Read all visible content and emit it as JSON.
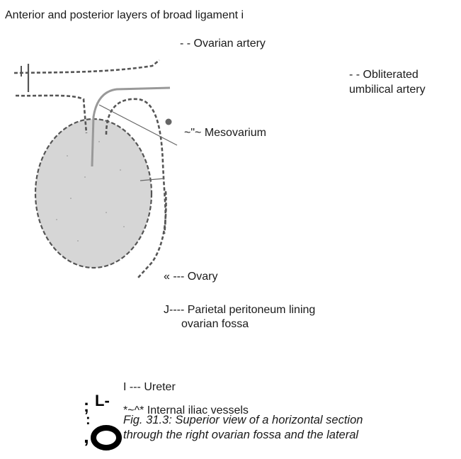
{
  "labels": {
    "broad_ligament": "Anterior and posterior layers of broad ligament i",
    "ovarian_artery": "- - Ovarian artery",
    "obliterated_line1": "- - Obliterated",
    "obliterated_line2": "umbilical artery",
    "mesovarium": "~\"~ Mesovarium",
    "ovary": "« --- Ovary",
    "parietal_line1": "J---- Parietal peritoneum lining",
    "parietal_line2": "ovarian fossa",
    "ureter": "I --- Ureter",
    "iliac": "*~^* Internal iliac vessels"
  },
  "caption": {
    "line1": "Fig. 31.3: Superior view of a horizontal section",
    "line2": "through the right ovarian fossa and the lateral"
  },
  "artifacts": {
    "semicolon": ";",
    "L": "L-",
    "colon": ":",
    "comma": ","
  },
  "colors": {
    "ovary_fill": "#d6d6d6",
    "line": "#555555",
    "text": "#1a1a1a"
  }
}
